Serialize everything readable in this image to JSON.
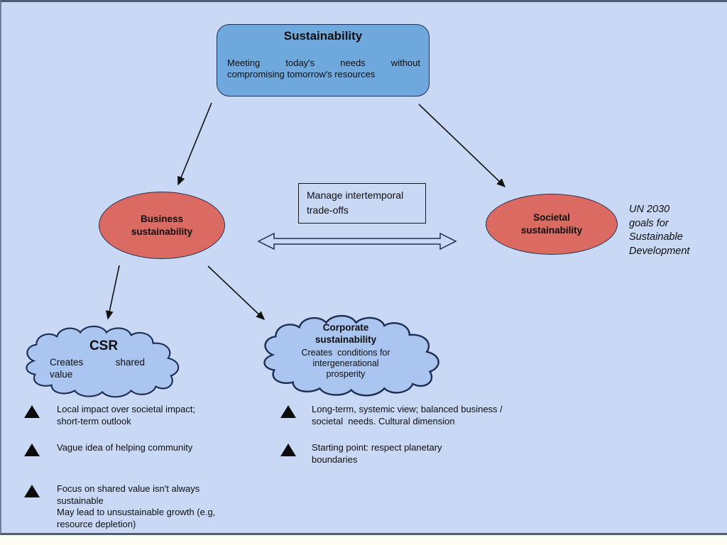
{
  "colors": {
    "background": "#c9d9f5",
    "root_box_fill": "#6fa8dc",
    "ellipse_fill": "#da6a62",
    "cloud_fill": "#a9c5f0",
    "shape_outline": "#1d2d50",
    "arrow": "#101010",
    "slide_border": "#4e5b74"
  },
  "root_box": {
    "title": "Sustainability",
    "body_line1": "Meeting today's needs without",
    "body_line2": "compromising tomorrow's resources"
  },
  "nodes": {
    "business": {
      "label": "Business\nsustainability"
    },
    "societal": {
      "label": "Societal\nsustainability"
    },
    "manage": {
      "text": "Manage intertemporal\ntrade-offs"
    },
    "un_note": {
      "text": "UN 2030\ngoals for\nSustainable\nDevelopment"
    }
  },
  "clouds": {
    "csr": {
      "title": "CSR",
      "body_line1": "Creates shared",
      "body_line2": "value"
    },
    "corporate": {
      "title": "Corporate\nsustainability",
      "body": "Creates  conditions for\nintergenerational\nprosperity"
    }
  },
  "csr_bullets": {
    "items": [
      {
        "text": "Local impact over societal impact;\nshort-term outlook"
      },
      {
        "text": "Vague idea of helping community"
      },
      {
        "text": "Focus on shared value isn't always\nsustainable\nMay lead to unsustainable growth (e.g,\nresource depletion)"
      }
    ]
  },
  "corporate_bullets": {
    "items": [
      {
        "text": "Long-term, systemic view; balanced business /\nsocietal  needs. Cultural dimension"
      },
      {
        "text": "Starting point: respect planetary\nboundaries"
      }
    ]
  }
}
